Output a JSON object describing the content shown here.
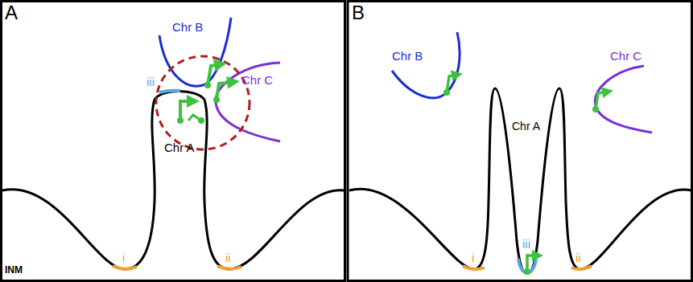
{
  "diagram": {
    "labels": [
      "A",
      "Chr B",
      "Chr C",
      "iii",
      "Chr A",
      "i",
      "ii",
      "INM",
      "B",
      "Chr B",
      "Chr C",
      "Chr A",
      "i",
      "iii",
      "ii"
    ]
  }
}
